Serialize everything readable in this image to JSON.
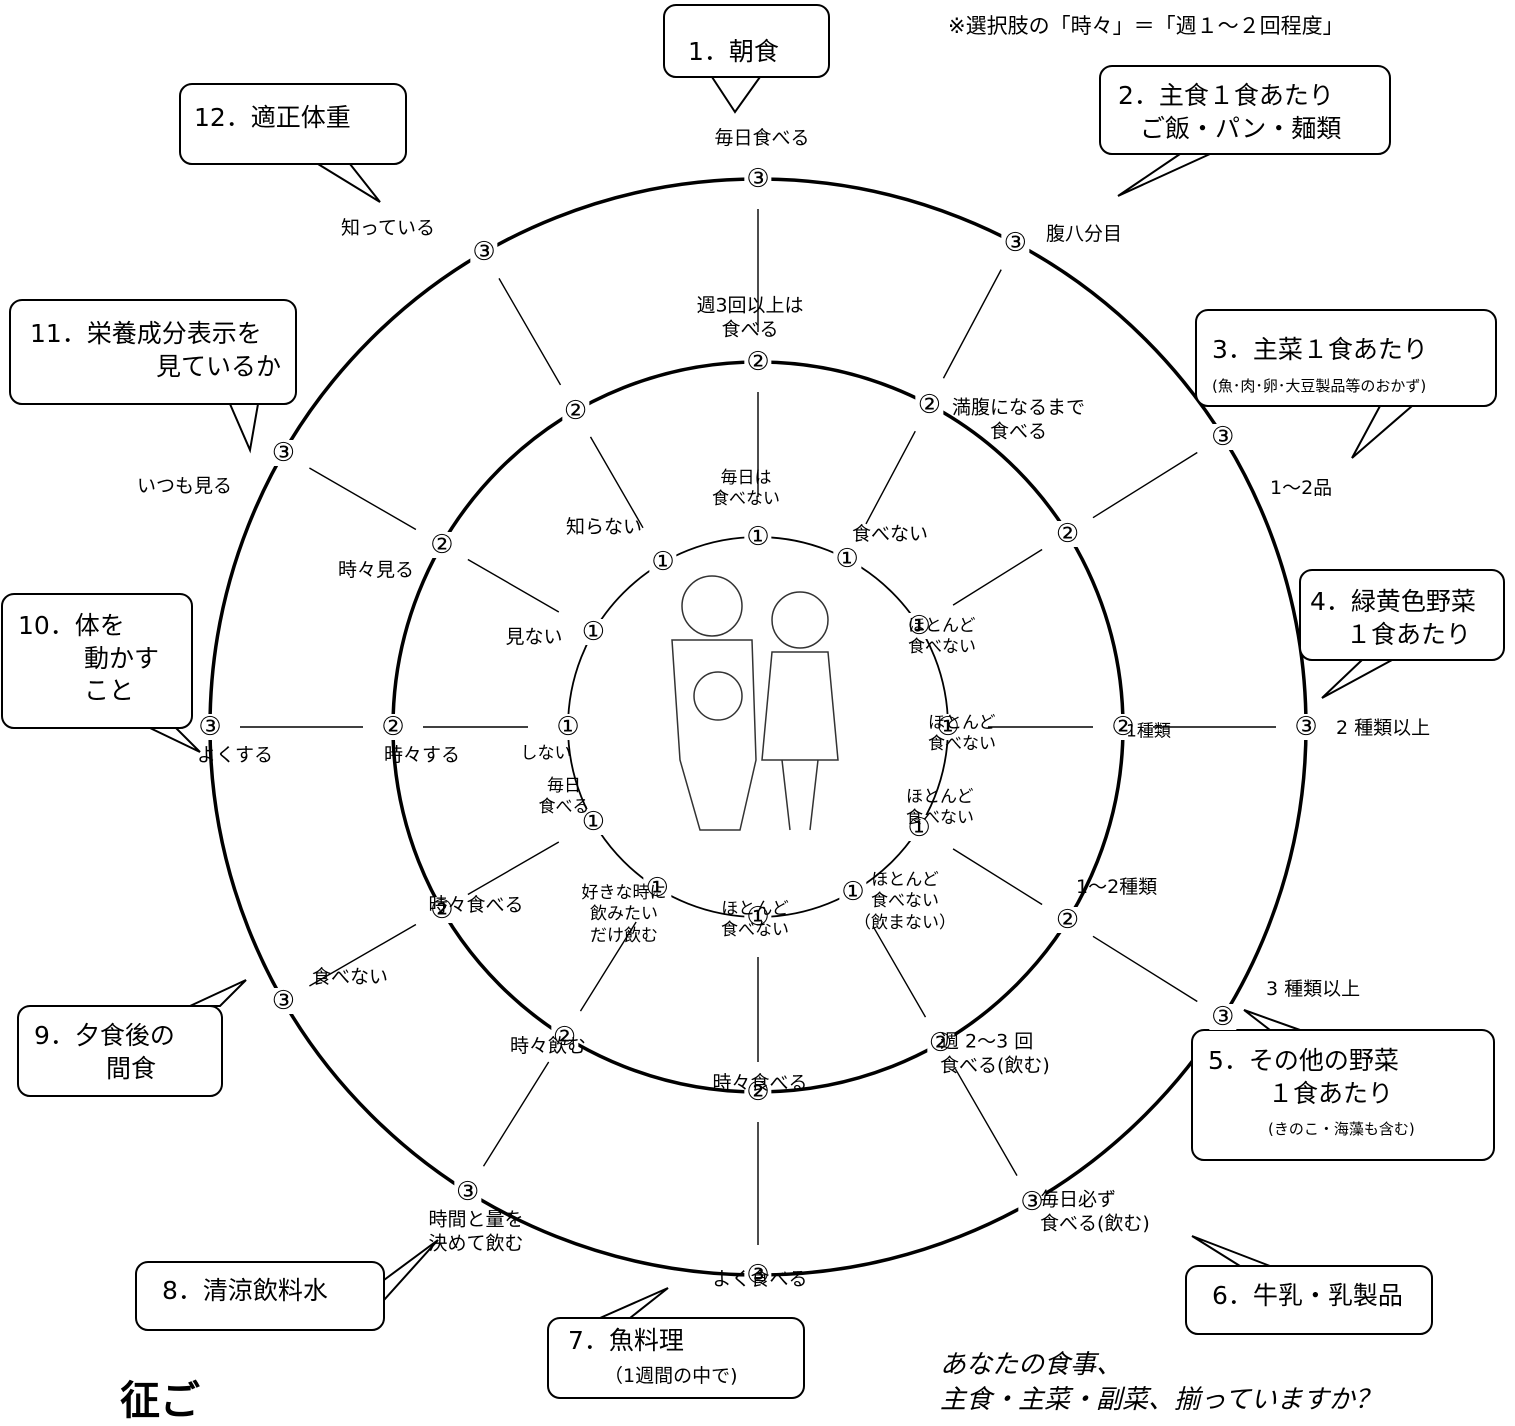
{
  "note": "※選択肢の「時々」＝「週１〜２回程度」",
  "footer": {
    "line1": "あなたの食事、",
    "line2": "主食・主菜・副菜、揃っていますか？"
  },
  "title_fragment": "征ご",
  "illustration": "student-couple-illustration",
  "ring_markers": {
    "inner": "①",
    "middle": "②",
    "outer": "③"
  },
  "categories": [
    {
      "callout": [
        "1．朝食"
      ],
      "level3": "毎日食べる",
      "level2": "週3回以上は\n食べる",
      "level1": "毎日は\n食べない"
    },
    {
      "callout": [
        "2．主食１食あたり",
        "ご飯・パン・麺類"
      ],
      "level3": "腹八分目",
      "level2": "満腹になるまで\n食べる",
      "level1": "食べない"
    },
    {
      "callout": [
        "3．主菜１食あたり",
        "(魚･肉･卵･大豆製品等のおかず)"
      ],
      "level3": "1〜2品",
      "level2": "",
      "level1": "ほとんど\n食べない"
    },
    {
      "callout": [
        "4．緑黄色野菜",
        "１食あたり"
      ],
      "level3": "2 種類以上",
      "level2": "1種類",
      "level1": "ほとんど\n食べない"
    },
    {
      "callout": [
        "5．その他の野菜",
        "１食あたり",
        "(きのこ・海藻も含む)"
      ],
      "level3": "3 種類以上",
      "level2": "1〜2種類",
      "level1": "ほとんど\n食べない"
    },
    {
      "callout": [
        "6．牛乳・乳製品"
      ],
      "level3": "毎日必ず\n食べる(飲む)",
      "level2": "週 2〜3 回\n食べる(飲む)",
      "level1": "ほとんど\n食べない\n（飲まない）"
    },
    {
      "callout": [
        "7．魚料理",
        "（1週間の中で)"
      ],
      "level3": "よく食べる",
      "level2": "時々食べる",
      "level1": "ほとんど\n食べない"
    },
    {
      "callout": [
        "8．清涼飲料水"
      ],
      "level3": "時間と量を\n決めて飲む",
      "level2": "時々飲む",
      "level1": "好きな時に\n飲みたい\nだけ飲む"
    },
    {
      "callout": [
        "9．夕食後の",
        "間食"
      ],
      "level3": "食べない",
      "level2": "時々食べる",
      "level1": "毎日\n食べる"
    },
    {
      "callout": [
        "10．体を",
        "動かす",
        "こと"
      ],
      "level3": "よくする",
      "level2": "時々する",
      "level1": "しない"
    },
    {
      "callout": [
        "11．栄養成分表示を",
        "見ているか"
      ],
      "level3": "いつも見る",
      "level2": "時々見る",
      "level1": "見ない"
    },
    {
      "callout": [
        "12．適正体重"
      ],
      "level3": "知っている",
      "level2": "",
      "level1": "知らない"
    }
  ]
}
